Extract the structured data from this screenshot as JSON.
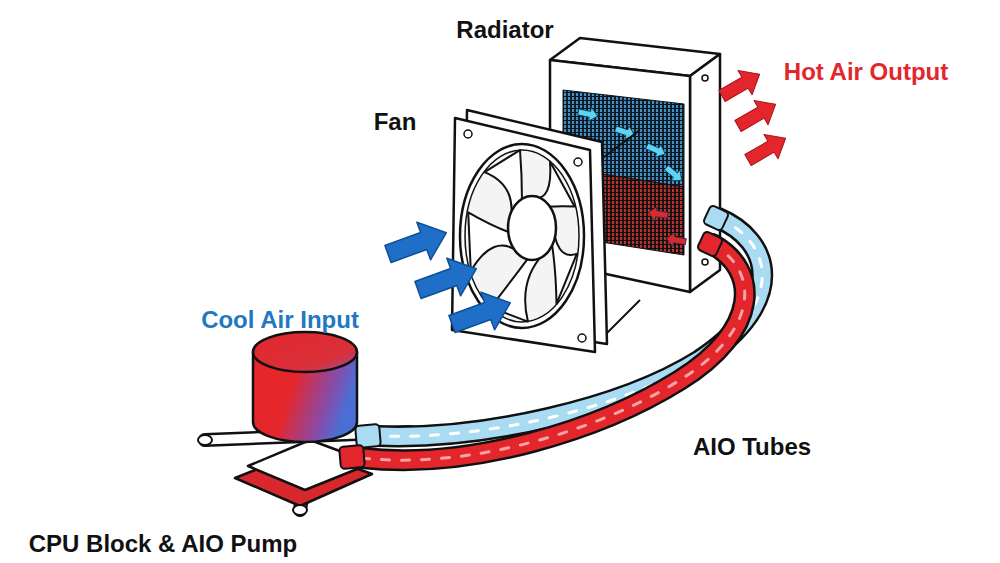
{
  "diagram": {
    "labels": [
      "Radiator",
      "Fan",
      "Hot Air Output",
      "Cool Air Input",
      "AIO Tubes",
      "CPU Block & AIO Pump"
    ]
  }
}
